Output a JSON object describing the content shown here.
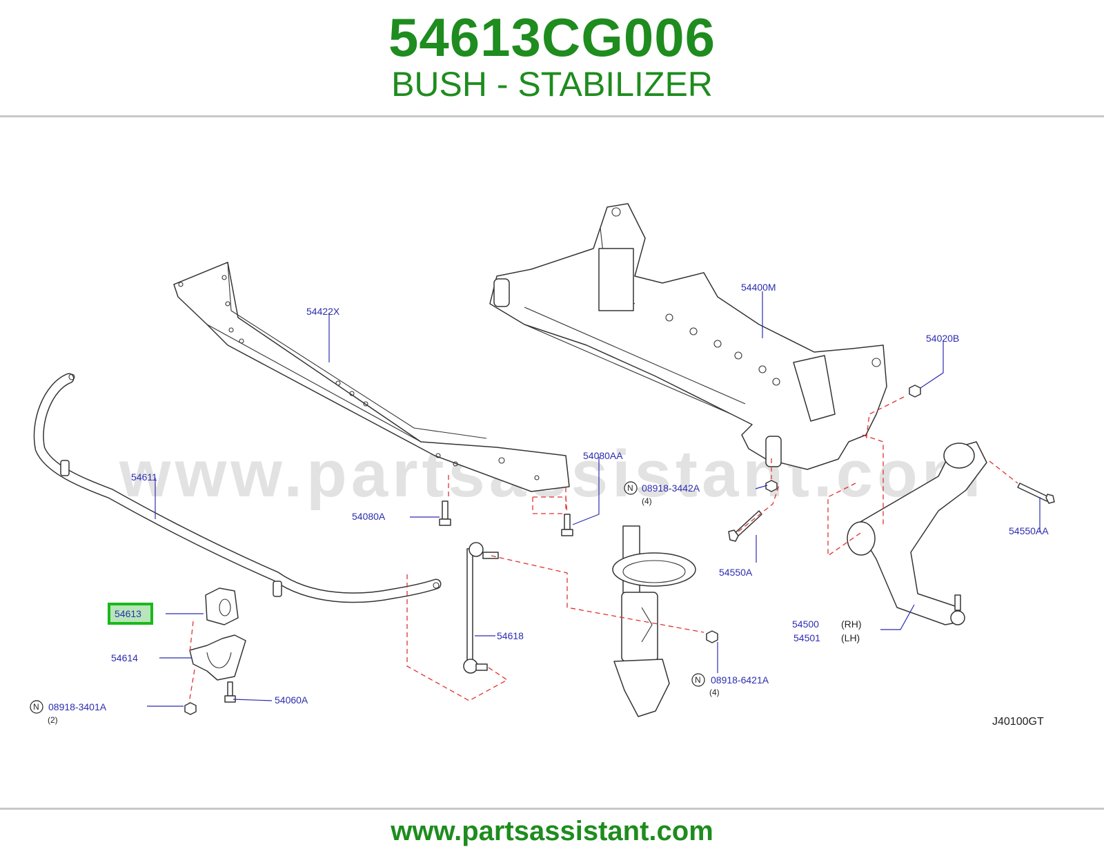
{
  "header": {
    "part_number": "54613CG006",
    "part_name": "BUSH - STABILIZER"
  },
  "watermark": "www.partsassistant.com",
  "footer": {
    "url": "www.partsassistant.com"
  },
  "diagram_code": "J40100GT",
  "highlight_color": "#1bb81b",
  "accent_color": "#1e8c1e",
  "labels": {
    "p54422X": "54422X",
    "p54400M": "54400M",
    "p54020B": "54020B",
    "p54611": "54611",
    "p54080AA": "54080AA",
    "p08918_3442A": "08918-3442A",
    "p08918_3442A_qty": "(4)",
    "p54080A": "54080A",
    "p54550AA": "54550AA",
    "p54550A": "54550A",
    "p54613": "54613",
    "p54618": "54618",
    "p54500": "54500",
    "p54500_side": "(RH)",
    "p54501": "54501",
    "p54501_side": "(LH)",
    "p54614": "54614",
    "p08918_6421A": "08918-6421A",
    "p08918_6421A_qty": "(4)",
    "p54060A": "54060A",
    "p08918_3401A": "08918-3401A",
    "p08918_3401A_qty": "(2)",
    "n_marker": "N"
  }
}
